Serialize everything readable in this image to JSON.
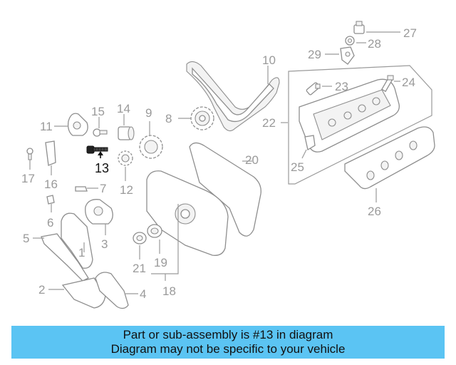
{
  "diagram": {
    "highlighted_part": "13",
    "labels": {
      "p1": "1",
      "p2": "2",
      "p3": "3",
      "p4": "4",
      "p5": "5",
      "p6": "6",
      "p7": "7",
      "p8": "8",
      "p9": "9",
      "p10": "10",
      "p11": "11",
      "p12": "12",
      "p13": "13",
      "p14": "14",
      "p15": "15",
      "p16": "16",
      "p17": "17",
      "p18": "18",
      "p19": "19",
      "p20": "20",
      "p21": "21",
      "p22": "22",
      "p23": "23",
      "p24": "24",
      "p25": "25",
      "p26": "26",
      "p27": "27",
      "p28": "28",
      "p29": "29"
    }
  },
  "banner": {
    "line1": "Part or sub-assembly is #13 in diagram",
    "line2": "Diagram may not be specific to your vehicle"
  },
  "colors": {
    "banner_bg": "#5bc4f3",
    "label_gray": "#9a9a9a",
    "highlight": "#111111"
  }
}
